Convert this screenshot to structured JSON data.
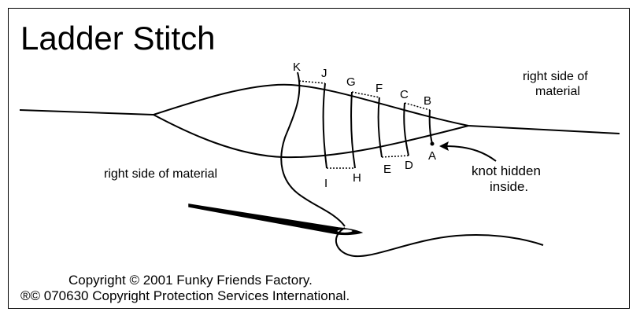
{
  "title": "Ladder Stitch",
  "labels": {
    "right_side_top": [
      "right side of",
      "material"
    ],
    "right_side_left": "right side of material",
    "knot_note": [
      "knot hidden",
      "inside."
    ]
  },
  "points": [
    "A",
    "B",
    "C",
    "D",
    "E",
    "F",
    "G",
    "H",
    "I",
    "J",
    "K"
  ],
  "copyright": {
    "line1": "Copyright © 2001 Funky Friends Factory.",
    "line2": "®© 070630 Copyright Protection Services International."
  },
  "colors": {
    "ink": "#000000",
    "background": "#ffffff"
  }
}
